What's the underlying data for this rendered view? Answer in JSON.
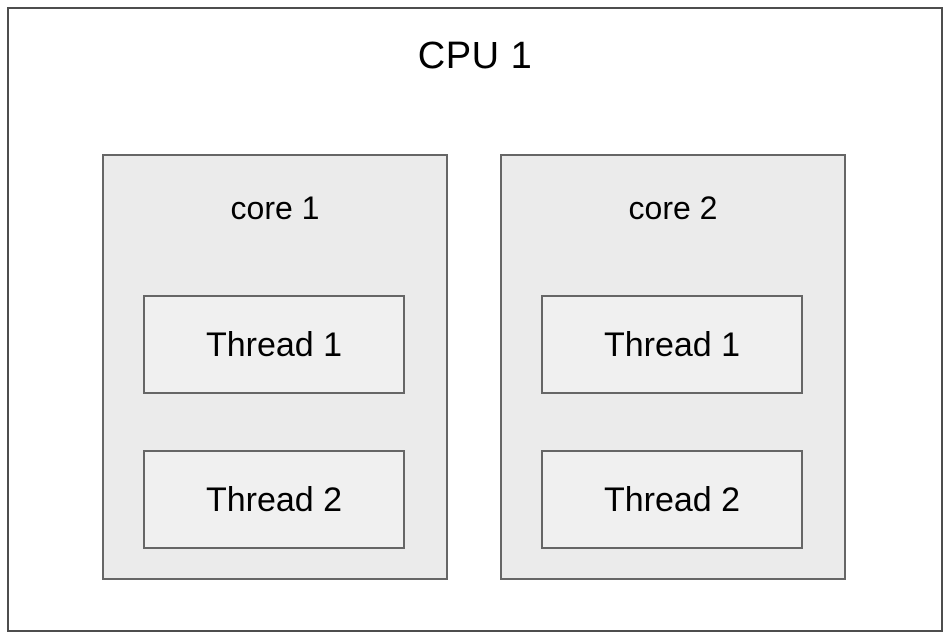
{
  "diagram": {
    "title": "CPU 1",
    "colors": {
      "page_background": "#ffffff",
      "outer_border": "#4d4d4d",
      "core_fill": "#ebebeb",
      "core_border": "#666666",
      "thread_fill": "#f0f0f0",
      "thread_border": "#666666",
      "text": "#000000"
    },
    "cores": [
      {
        "label": "core 1",
        "threads": [
          {
            "label": "Thread 1"
          },
          {
            "label": "Thread 2"
          }
        ]
      },
      {
        "label": "core 2",
        "threads": [
          {
            "label": "Thread 1"
          },
          {
            "label": "Thread 2"
          }
        ]
      }
    ]
  }
}
